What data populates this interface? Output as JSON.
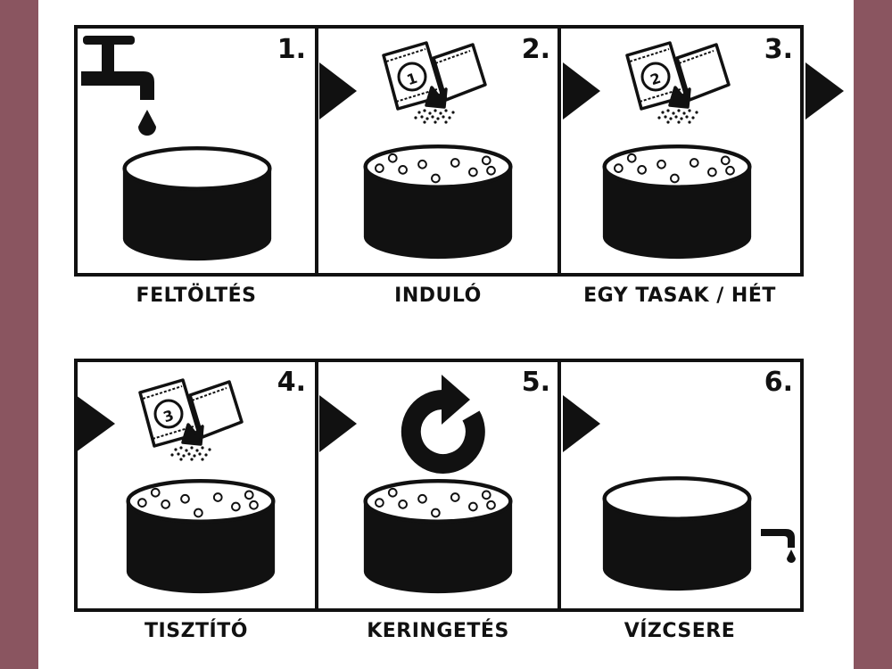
{
  "steps": [
    {
      "number": "1.",
      "label": "FELTÖLTÉS",
      "icon": "faucet-icon",
      "packet_number": ""
    },
    {
      "number": "2.",
      "label": "INDULÓ",
      "icon": "packet-icon",
      "packet_number": "1"
    },
    {
      "number": "3.",
      "label": "EGY TASAK / HÉT",
      "icon": "packet-icon",
      "packet_number": "2"
    },
    {
      "number": "4.",
      "label": "TISZTÍTÓ",
      "icon": "packet-icon",
      "packet_number": "3"
    },
    {
      "number": "5.",
      "label": "KERINGETÉS",
      "icon": "circulation-arrow-icon",
      "packet_number": ""
    },
    {
      "number": "6.",
      "label": "VÍZCSERE",
      "icon": "drain-icon",
      "packet_number": ""
    }
  ],
  "colors": {
    "frame": "#8a5560",
    "ink": "#111111",
    "paper": "#ffffff"
  }
}
